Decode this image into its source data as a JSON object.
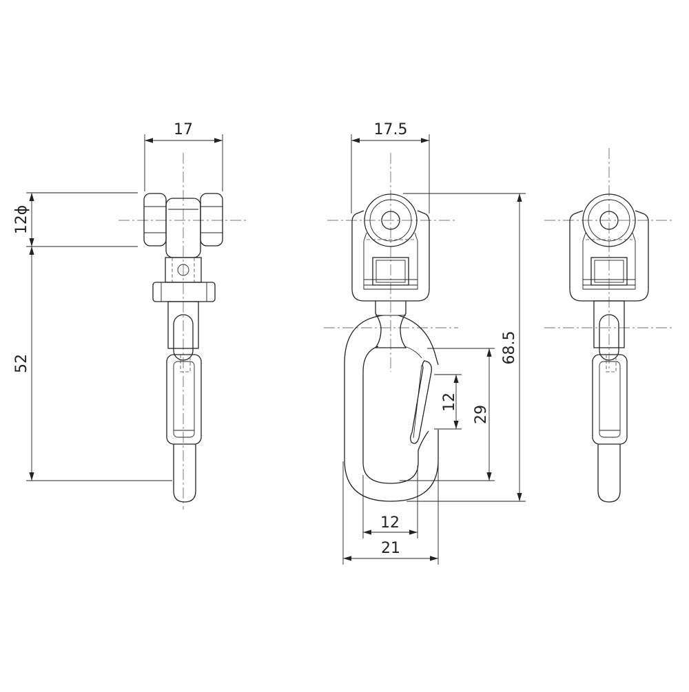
{
  "dimensions": {
    "side_width": "17",
    "wheel_diameter": "12ϕ",
    "side_height": "52",
    "front_width": "17.5",
    "total_height": "68.5",
    "gate_opening": "12",
    "hook_inner_length": "29",
    "hook_inner_width": "12",
    "hook_outer_width": "21"
  }
}
